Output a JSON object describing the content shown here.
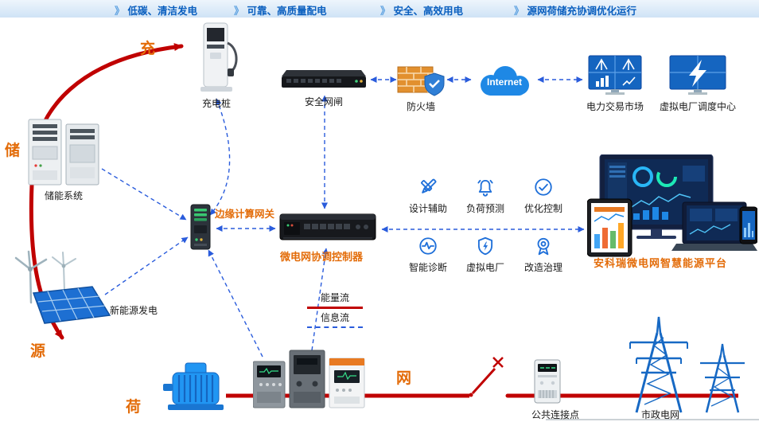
{
  "header": {
    "marker": "》",
    "items": [
      "低碳、清洁发电",
      "可靠、高质量配电",
      "安全、高效用电",
      "源网荷储充协调优化运行"
    ]
  },
  "side_labels": {
    "charge": "充",
    "storage": "储",
    "source": "源",
    "load": "荷",
    "grid": "网"
  },
  "nodes": {
    "charging_pile": "充电桩",
    "security_gateway": "安全网闸",
    "firewall": "防火墙",
    "internet": "Internet",
    "power_trading_market": "电力交易市场",
    "vpp_dispatch_center": "虚拟电厂调度中心",
    "storage_system": "储能系统",
    "edge_gateway": "边缘计算网关",
    "microgrid_controller": "微电网协调控制器",
    "renewable_generation": "新能源发电",
    "platform": "安科瑞微电网智慧能源平台",
    "pcc": "公共连接点",
    "municipal_grid": "市政电网"
  },
  "functions": [
    "设计辅助",
    "负荷预测",
    "优化控制",
    "智能诊断",
    "虚拟电厂",
    "改造治理"
  ],
  "legend": {
    "energy_flow": "能量流",
    "info_flow": "信息流"
  },
  "colors": {
    "energy_flow": "#c00000",
    "info_flow": "#2a5cdc",
    "accent_orange": "#e36c09",
    "header_text": "#0a5fbf",
    "icon_blue": "#1e6fd9"
  }
}
